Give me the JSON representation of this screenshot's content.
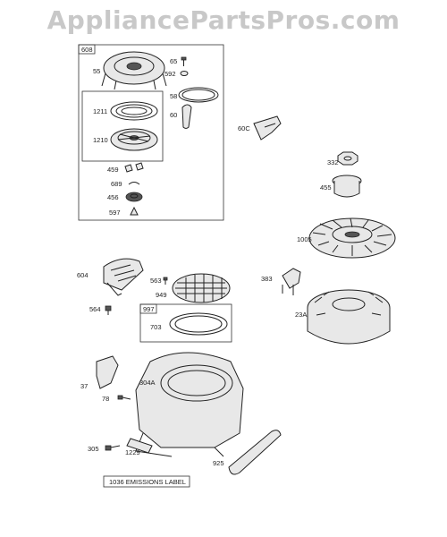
{
  "watermark": "AppliancePartsPros.com",
  "group_labels": {
    "g608": "608",
    "g997": "997"
  },
  "parts": {
    "p55": "55",
    "p65": "65",
    "p592": "592",
    "p58": "58",
    "p60": "60",
    "p60c": "60C",
    "p1211": "1211",
    "p1210": "1210",
    "p459": "459",
    "p689": "689",
    "p456": "456",
    "p597": "597",
    "p332": "332",
    "p455": "455",
    "p1005": "1005",
    "p604": "604",
    "p563": "563",
    "p949": "949",
    "p383": "383",
    "p564": "564",
    "p703": "703",
    "p23a": "23A",
    "p37": "37",
    "p304a": "304A",
    "p78": "78",
    "p305": "305",
    "p1229": "1229",
    "p925": "925"
  },
  "footer_label": "1036 EMISSIONS LABEL"
}
